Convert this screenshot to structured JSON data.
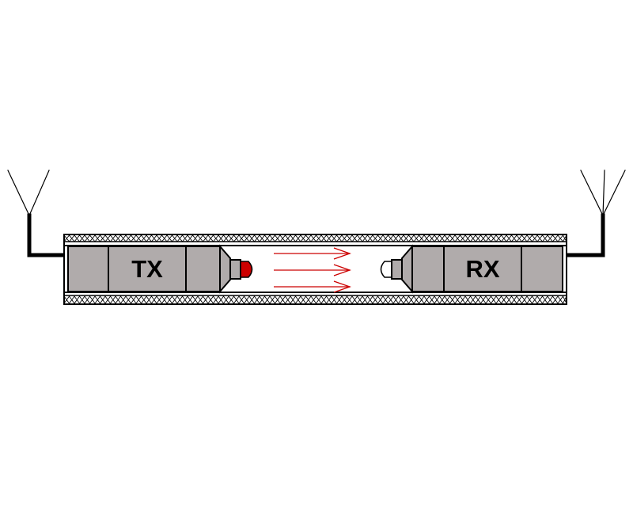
{
  "transmitter": {
    "label": "TX"
  },
  "receiver": {
    "label": "RX"
  },
  "colors": {
    "housing_fill": "#b0abab",
    "outline": "#000000",
    "beam": "#cc0000",
    "led": "#cc0000",
    "tube_fill": "#ffffff",
    "label_text": "#000000"
  },
  "beam": {
    "arrow_count": 3,
    "direction": "left-to-right"
  },
  "wires": {
    "left_leads": 2,
    "right_leads": 3
  }
}
